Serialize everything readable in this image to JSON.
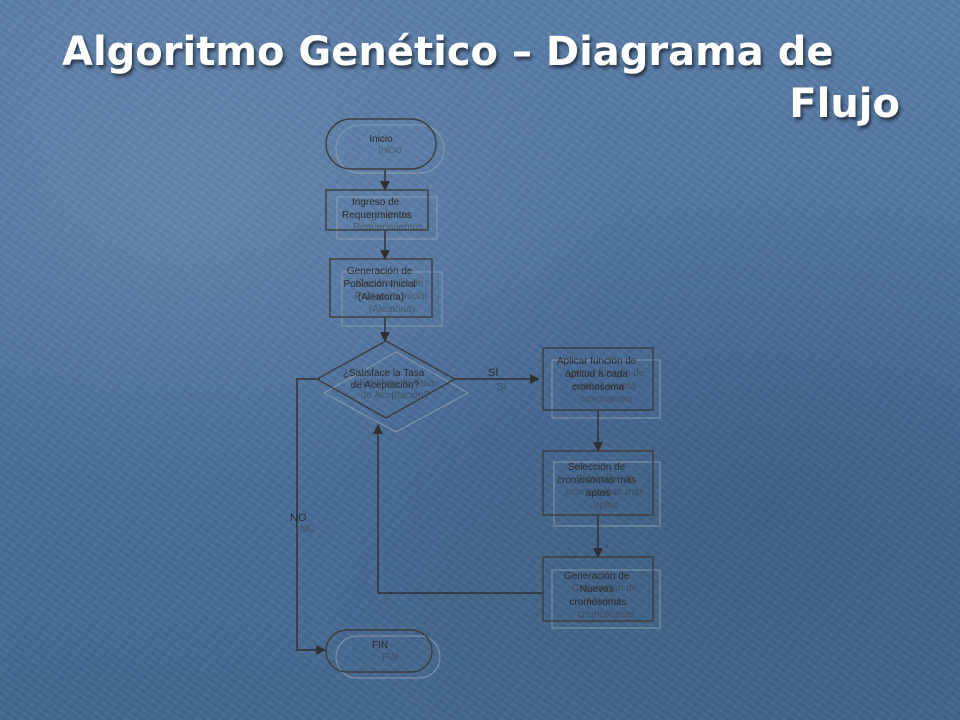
{
  "slide": {
    "title_line1": "Algoritmo Genético – Diagrama de",
    "title_line2": "Flujo"
  },
  "diagram": {
    "nodes": {
      "inicio": {
        "lines": [
          "Inicio"
        ]
      },
      "ingreso": {
        "lines": [
          "Ingreso de",
          "Requerimientos"
        ]
      },
      "generacion": {
        "lines": [
          "Generación de",
          "Población Inicial",
          "(Aleatoria)"
        ]
      },
      "decision": {
        "lines": [
          "¿Satisface la Tasa",
          "de Aceptación?"
        ]
      },
      "aptitud": {
        "lines": [
          "Aplicar función de",
          "aptitud a cada",
          "cromosoma"
        ]
      },
      "seleccion": {
        "lines": [
          "Selección de",
          "cromosomas más",
          "aptos"
        ]
      },
      "nuevos": {
        "lines": [
          "Generación de",
          "Nuevos",
          "cromosomas"
        ]
      },
      "fin": {
        "lines": [
          "FIN"
        ]
      }
    },
    "edges": {
      "yes_label": "SI",
      "no_label": "NO"
    }
  },
  "colors": {
    "background": "#4f74a0",
    "title": "#ffffff",
    "stroke": "#3c3c3c"
  }
}
